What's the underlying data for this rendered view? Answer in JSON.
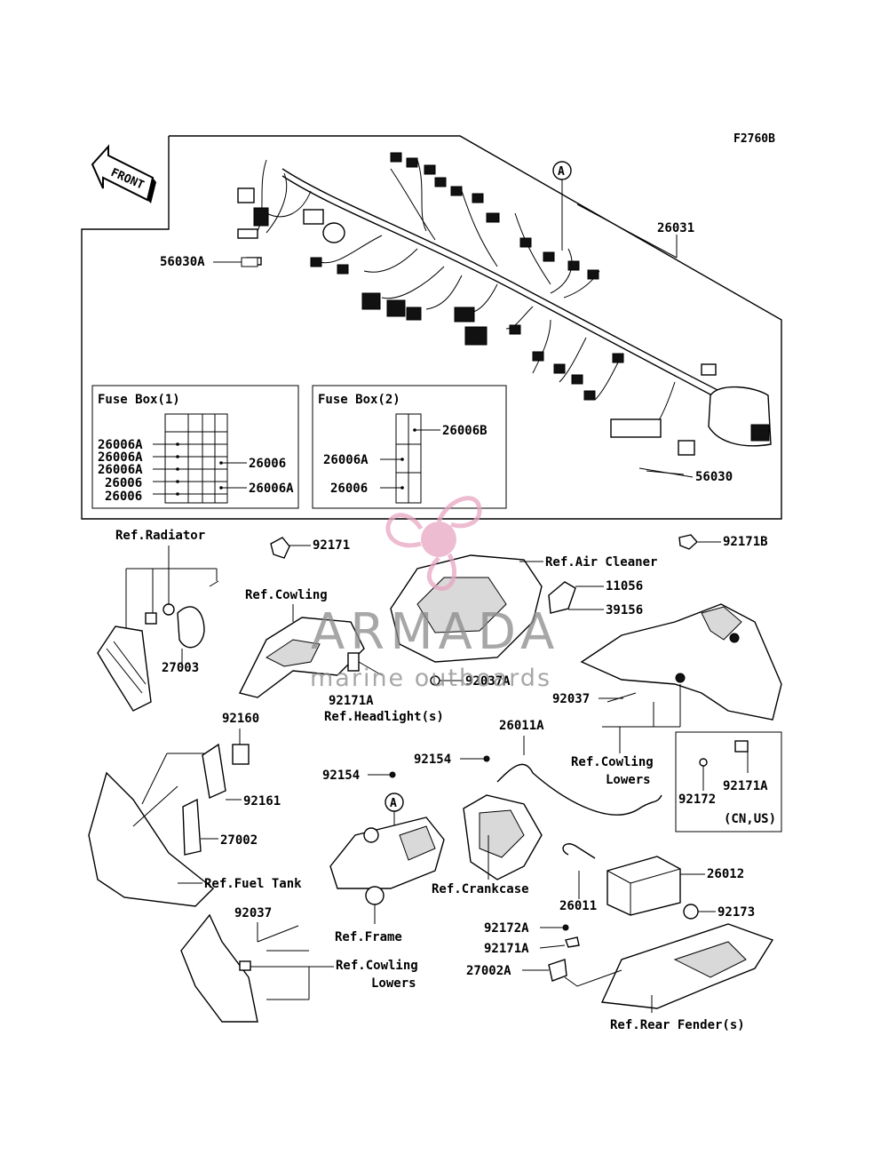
{
  "figure_code": "F2760B",
  "front_arrow": "FRONT",
  "callout_a": "A",
  "fuse_box_1": {
    "title": "Fuse Box(1)",
    "left_labels": [
      "26006A",
      "26006A",
      "26006A",
      "26006",
      "26006"
    ],
    "right_labels": [
      "26006",
      "26006A"
    ]
  },
  "fuse_box_2": {
    "title": "Fuse Box(2)",
    "labels": [
      "26006B",
      "26006A",
      "26006"
    ]
  },
  "parts": {
    "p26031": "26031",
    "p56030A": "56030A",
    "p56030": "56030",
    "p92171": "92171",
    "p92171B": "92171B",
    "p11056": "11056",
    "p39156": "39156",
    "p27003": "27003",
    "p92171A_head": "92171A",
    "p92037A": "92037A",
    "p92037_right": "92037",
    "p92160": "92160",
    "p92161": "92161",
    "p27002": "27002",
    "p92154_a": "92154",
    "p92154_b": "92154",
    "p26011A": "26011A",
    "p92172": "92172",
    "p92171A_cnus": "92171A",
    "p26012": "26012",
    "p26011": "26011",
    "p92173": "92173",
    "p92172A": "92172A",
    "p92171A_rear": "92171A",
    "p27002A": "27002A",
    "p92037_left": "92037"
  },
  "refs": {
    "radiator": "Ref.Radiator",
    "cowling": "Ref.Cowling",
    "air_cleaner": "Ref.Air Cleaner",
    "headlights": "Ref.Headlight(s)",
    "cowling_lowers_right_1": "Ref.Cowling",
    "cowling_lowers_right_2": "Lowers",
    "cn_us": "(CN,US)",
    "fuel_tank": "Ref.Fuel Tank",
    "crankcase": "Ref.Crankcase",
    "frame": "Ref.Frame",
    "cowling_lowers_left_1": "Ref.Cowling",
    "cowling_lowers_left_2": "Lowers",
    "rear_fenders": "Ref.Rear Fender(s)"
  },
  "watermark": {
    "brand": "ARMADA",
    "tagline": "marine outboards",
    "accent_color": "#e8a6c2"
  }
}
